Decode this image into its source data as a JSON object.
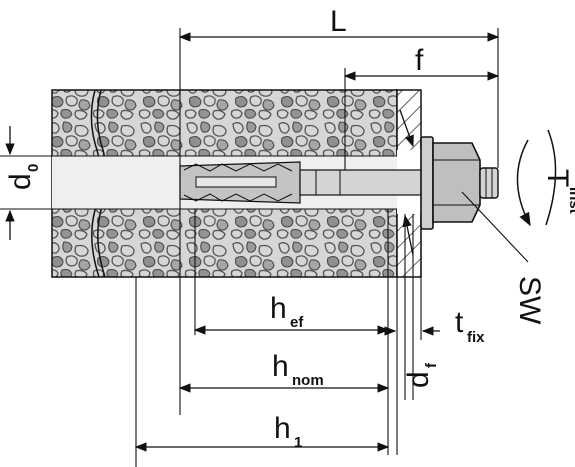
{
  "labels": {
    "L": "L",
    "f": "f",
    "T_main": "T",
    "T_sub": "inst",
    "SW": "SW",
    "d0_main": "d",
    "d0_sub": "0",
    "hef_main": "h",
    "hef_sub": "ef",
    "hnom_main": "h",
    "hnom_sub": "nom",
    "h1_main": "h",
    "h1_sub": "1",
    "tfix_main": "t",
    "tfix_sub": "fix",
    "df_main": "d",
    "df_sub": "f"
  },
  "colors": {
    "concrete": "#d9d9d9",
    "aggregate": "#7a7a7a",
    "hole": "#f2f2f2",
    "steel": "#bdbdbd",
    "line": "#111111"
  }
}
